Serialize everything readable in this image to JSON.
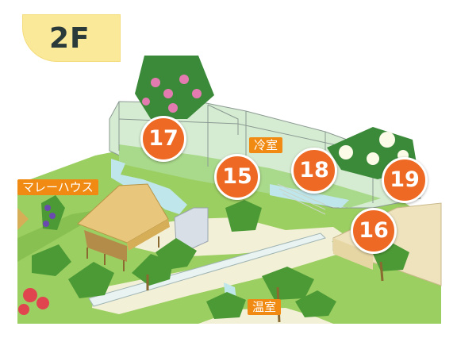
{
  "floor": {
    "label": "2F"
  },
  "areas": {
    "malay_house": "マレーハウス",
    "cool_room": "冷室",
    "warm_room": "温室"
  },
  "markers": [
    "17",
    "15",
    "18",
    "19",
    "16"
  ],
  "colors": {
    "marker": "#ee6a24",
    "label": "#f08a12",
    "floor_badge": "#fbe99a",
    "ground": "#9ccf62",
    "path": "#f3f0d8",
    "water": "#bfe6ea",
    "glass": "#d6ecd2"
  }
}
